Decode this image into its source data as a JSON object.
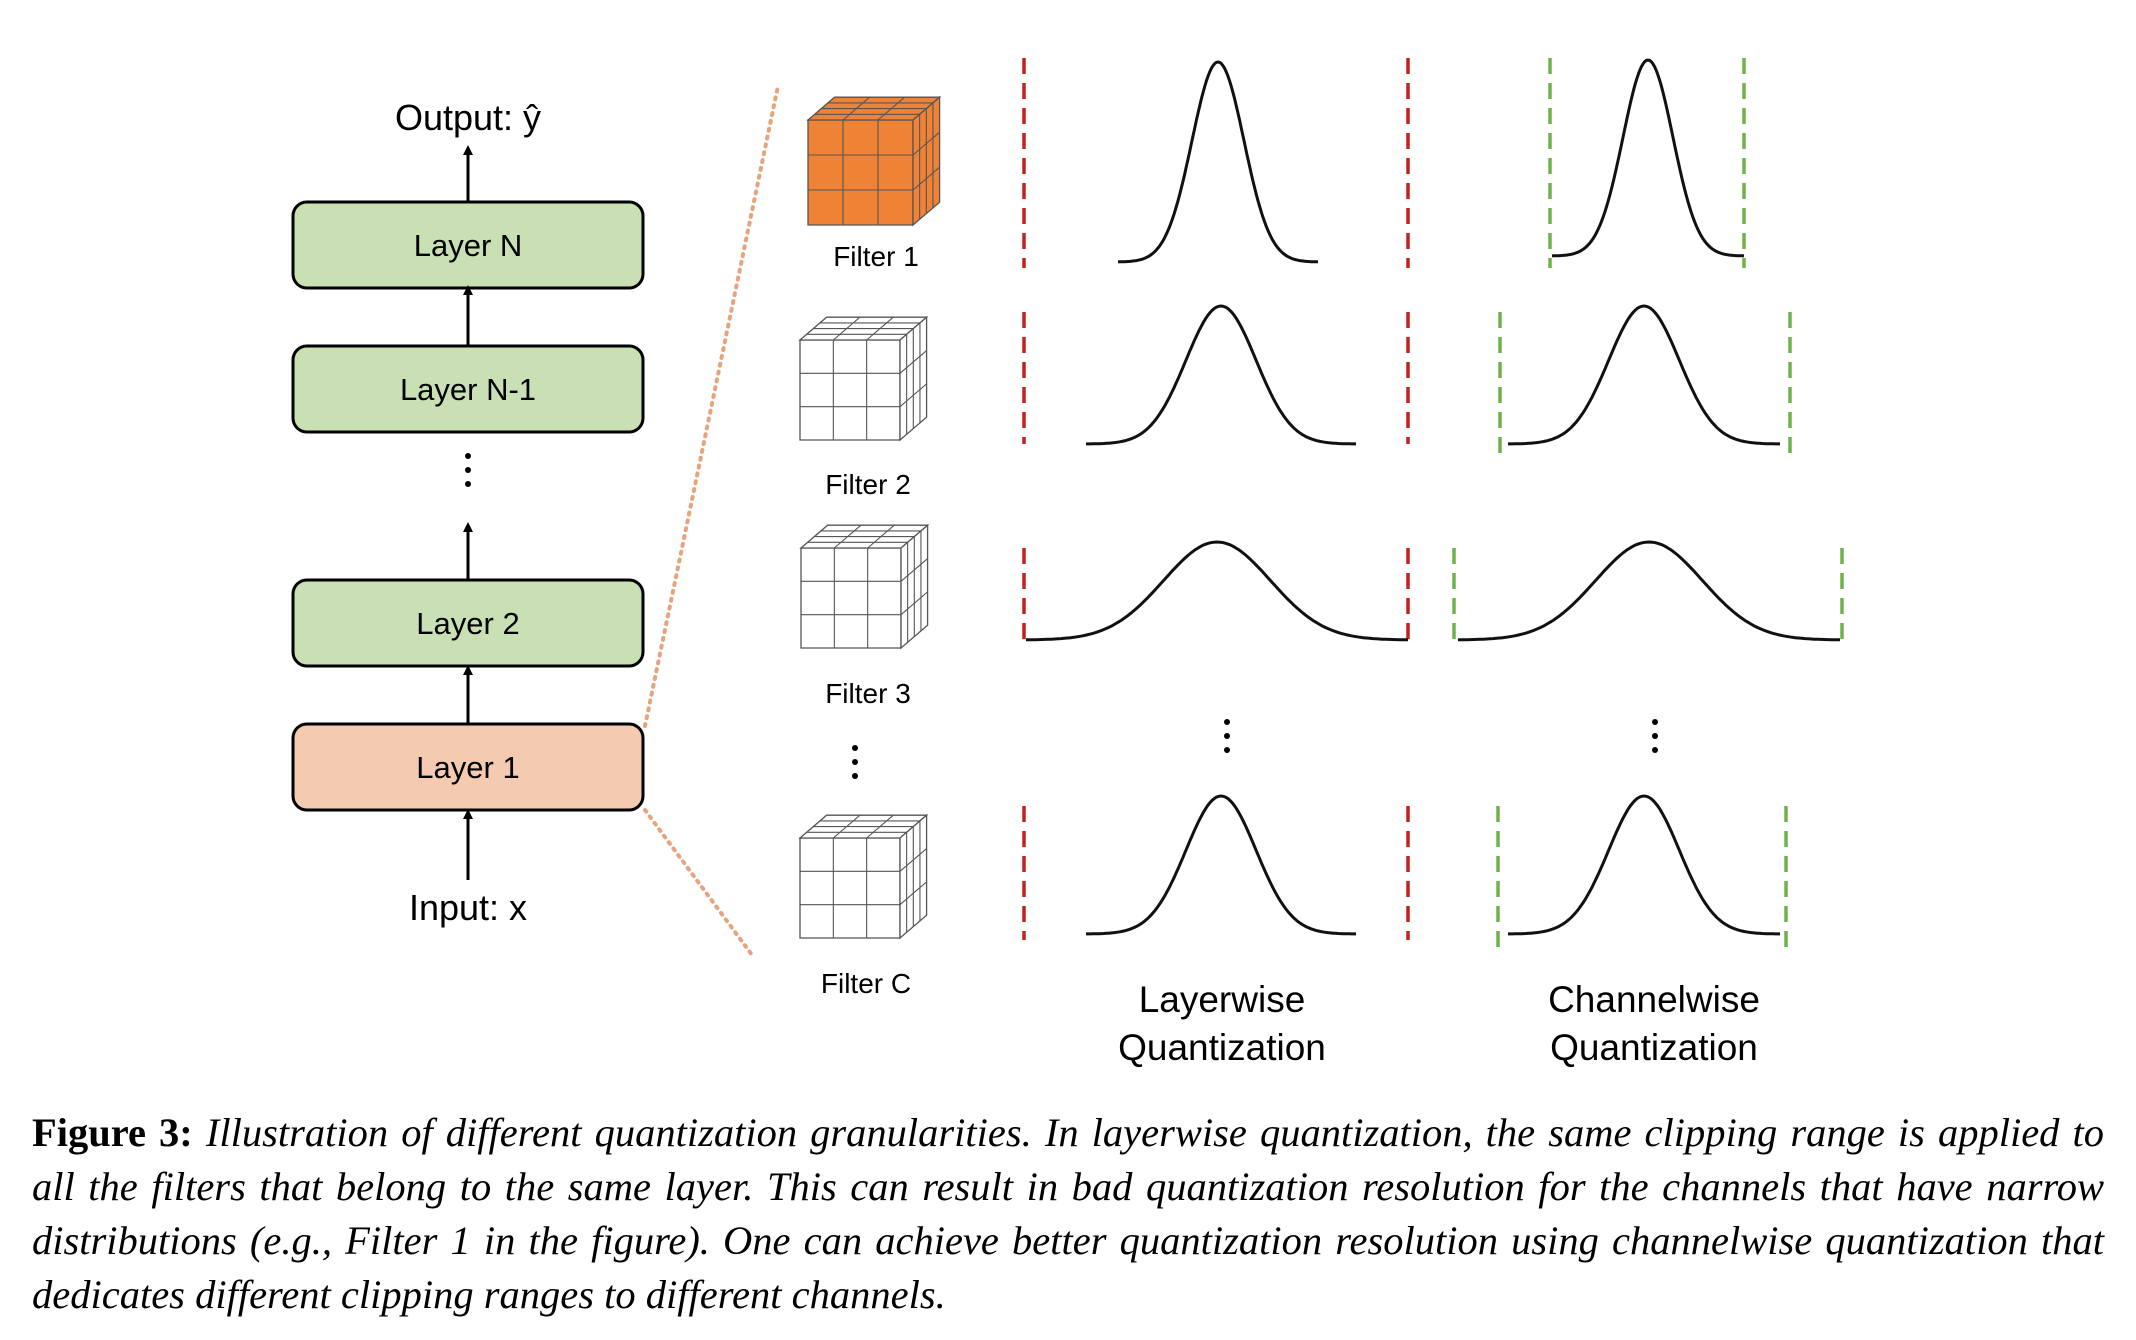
{
  "network": {
    "output_label": "Output: ŷ",
    "input_label": "Input: x",
    "layers": [
      "Layer N",
      "Layer N-1",
      "Layer 2",
      "Layer 1"
    ],
    "colors": {
      "layer": "#c9dfb4",
      "layer1": "#f4cbb0"
    }
  },
  "filters": {
    "labels": [
      "Filter 1",
      "Filter 2",
      "Filter 3",
      "Filter C"
    ],
    "highlight_color": "#f08236"
  },
  "columns": {
    "layerwise_line1": "Layerwise",
    "layerwise_line2": "Quantization",
    "channelwise_line1": "Channelwise",
    "channelwise_line2": "Quantization",
    "layerwise_clip_color": "#c0211c",
    "channelwise_clip_color": "#6fb24a"
  },
  "caption": {
    "label": "Figure 3:",
    "text": "Illustration of different quantization granularities. In layerwise quantization, the same clipping range is applied to all the filters that belong to the same layer. This can result in bad quantization resolution for the channels that have narrow distributions (e.g., Filter 1 in the figure). One can achieve better quantization resolution using channelwise quantization that dedicates different clipping ranges to different channels."
  }
}
